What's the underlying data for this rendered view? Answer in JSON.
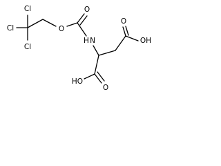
{
  "structure": {
    "atoms": {
      "cl_top": "Cl",
      "cl_left": "Cl",
      "cl_bottom": "Cl",
      "o_ester": "O",
      "o_carbonyl": "O",
      "n_amide": "N",
      "h_amide": "H",
      "oh_side_chain": "OH",
      "o_side_carbonyl": "O",
      "ho_acid": "HO",
      "o_acid_carbonyl": "O"
    }
  }
}
